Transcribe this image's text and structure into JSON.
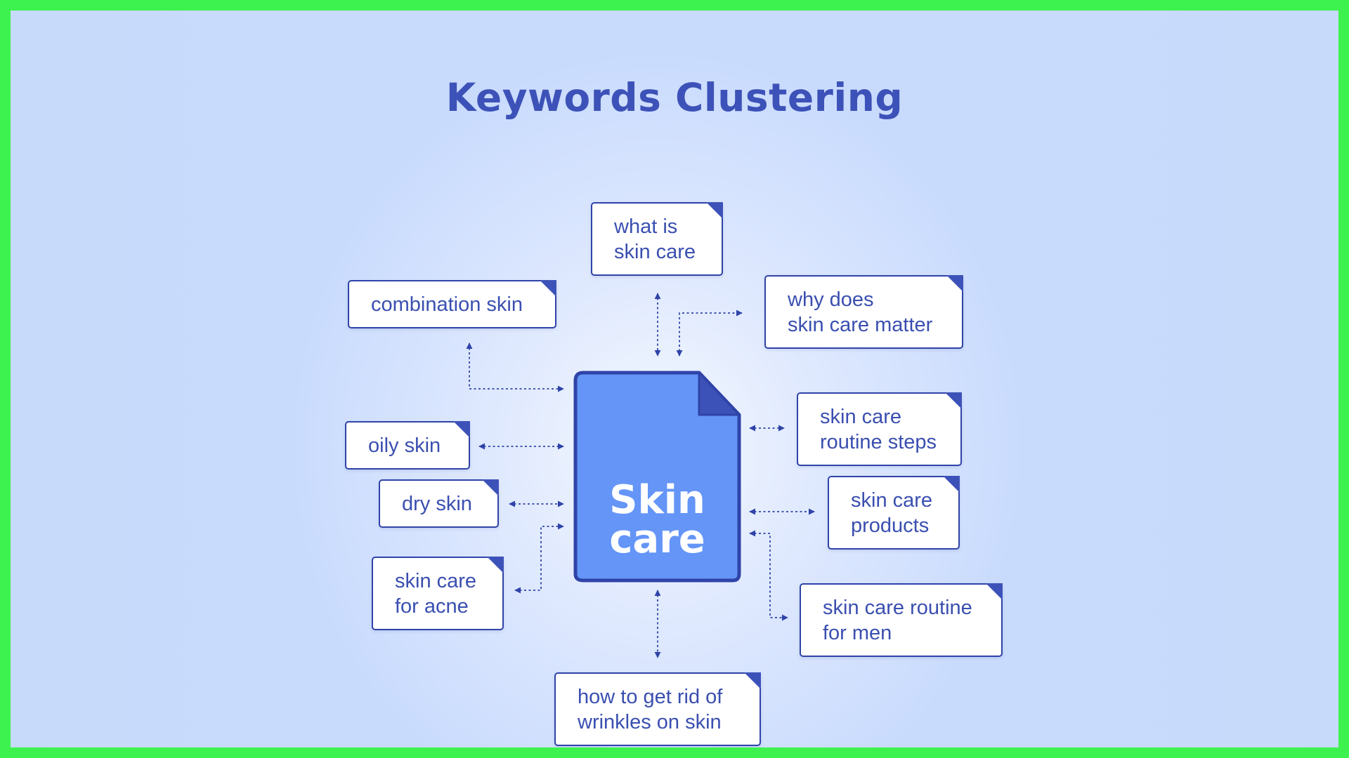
{
  "title": "Keywords Clustering",
  "center": {
    "label": "Skin\ncare"
  },
  "keywords": {
    "what_is": "what is\nskin care",
    "combination": "combination skin",
    "why_does": "why does\nskin care matter",
    "oily": "oily skin",
    "routine_steps": "skin care\nroutine steps",
    "dry": "dry skin",
    "products": "skin care\nproducts",
    "acne": "skin care\nfor acne",
    "routine_men": "skin care routine\nfor men",
    "wrinkles": "how to get rid of\nwrinkles on skin"
  },
  "colors": {
    "frame": "#3df24f",
    "title": "#3d52b8",
    "document_fill": "#6495f7",
    "document_border": "#2f43a8",
    "card_text": "#3a4fb0"
  }
}
